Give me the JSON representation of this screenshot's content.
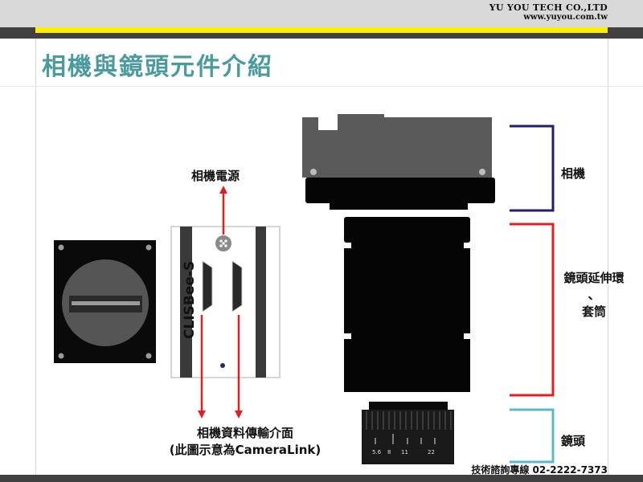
{
  "header": {
    "company_name": "YU YOU TECH CO.,LTD",
    "website": "www.yuyou.com.tw"
  },
  "title": "相機與鏡頭元件介紹",
  "camera_board": {
    "brand_text": "CLISBee-S",
    "power_label": "相機電源",
    "interface_label_line1": "相機資料傳輸介面",
    "interface_label_line2": "(此圖示意為CameraLink)"
  },
  "side_labels": {
    "camera": "相機",
    "extension_line1": "鏡頭延伸環",
    "extension_line2": "、",
    "extension_line3": "套筒",
    "lens": "鏡頭"
  },
  "lens_scale": [
    "5.6",
    "8",
    "11",
    "22"
  ],
  "footer": {
    "hotline": "技術諮詢專線  02-2222-7373"
  },
  "colors": {
    "title": "#4a9a9e",
    "camera_bracket": "#1f1f6e",
    "extension_bracket": "#e02020",
    "lens_bracket": "#5bb8c4",
    "arrow": "#e02020"
  }
}
